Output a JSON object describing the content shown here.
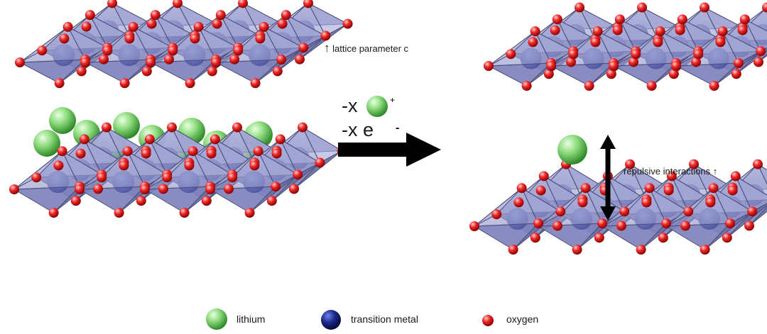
{
  "annotations": {
    "lattice_arrow": "↑",
    "lattice_text": "lattice parameter c",
    "minus_x_1": "-x",
    "plus_sign": "+",
    "minus_x_e": "-x e",
    "minus_sign": "-",
    "repulsive_text": "repulsive interactions",
    "repulsive_arrow": "↑"
  },
  "legend": [
    {
      "label": "lithium",
      "color": "#7fd36f",
      "icon": "lithium-sphere"
    },
    {
      "label": "transition metal",
      "color": "#1b2a8a",
      "icon": "transition-metal-sphere"
    },
    {
      "label": "oxygen",
      "color": "#e8222a",
      "icon": "oxygen-sphere"
    }
  ],
  "colors": {
    "octahedron_face": "#8b8fc4",
    "octahedron_edge": "#4a4d78",
    "lithium": "#7fd36f",
    "oxygen": "#e8222a",
    "arrow": "#000000"
  }
}
